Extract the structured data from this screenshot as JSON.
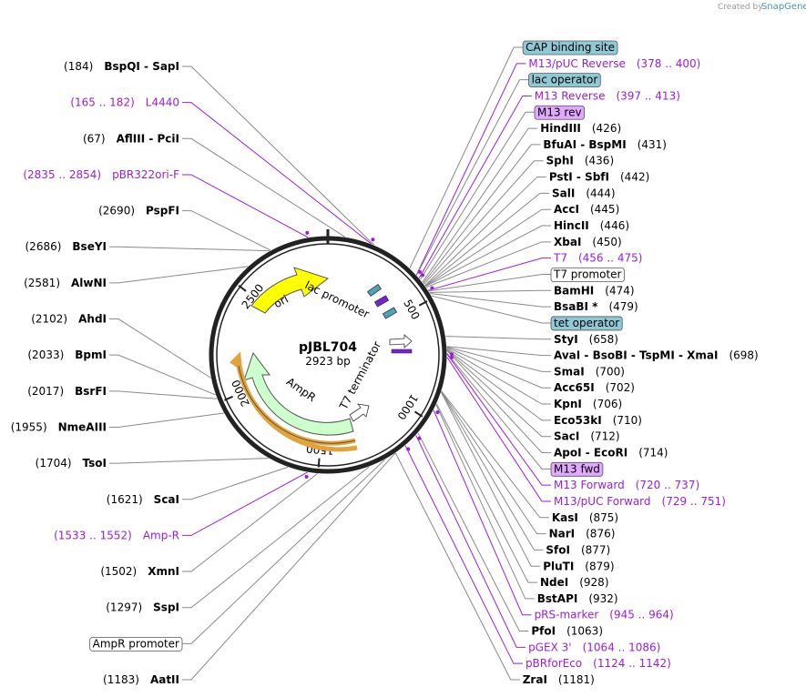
{
  "plasmid": {
    "name": "pJBL704",
    "length": "2923 bp",
    "total_bp": 2923
  },
  "credit": {
    "prefix": "Created by",
    "brand": "SnapGene"
  },
  "colors": {
    "primer": "#9a1fd6",
    "line": "#8a8a8a",
    "backbone": "#222222",
    "ori": "#ffff00",
    "ampr": "#ccffcc",
    "ampr_promoter": "#f4a460",
    "feature_box_blue": "#8fc9d6",
    "feature_box_purple": "#e2a8ff"
  },
  "scale_ticks": [
    "500",
    "1000",
    "1500",
    "2000",
    "2500"
  ],
  "features": {
    "ori": "ori",
    "lac_promoter": "lac promoter",
    "ampr": "AmpR",
    "t7_terminator": "T7 terminator"
  },
  "right_labels": [
    {
      "name": "CAP binding site",
      "pos": "",
      "box": "blue",
      "bp": 352
    },
    {
      "name": "M13/pUC Reverse",
      "pos": "(378 .. 400)",
      "primer": true,
      "bp": 389
    },
    {
      "name": "lac operator",
      "pos": "",
      "box": "blue",
      "bp": 390
    },
    {
      "name": "M13 Reverse",
      "pos": "(397 .. 413)",
      "primer": true,
      "bp": 405
    },
    {
      "name": "M13 rev",
      "pos": "",
      "box": "purple",
      "bp": 412
    },
    {
      "name": "HindIII",
      "pos": "(426)",
      "bp": 426
    },
    {
      "name": "BfuAI  -  BspMI",
      "pos": "(431)",
      "bp": 431
    },
    {
      "name": "SphI",
      "pos": "(436)",
      "bp": 436
    },
    {
      "name": "PstI  -  SbfI",
      "pos": "(442)",
      "bp": 442
    },
    {
      "name": "SalI",
      "pos": "(444)",
      "bp": 444
    },
    {
      "name": "AccI",
      "pos": "(445)",
      "bp": 445
    },
    {
      "name": "HincII",
      "pos": "(446)",
      "bp": 446
    },
    {
      "name": "XbaI",
      "pos": "(450)",
      "bp": 450
    },
    {
      "name": "T7",
      "pos": "(456 .. 475)",
      "primer": true,
      "bp": 465
    },
    {
      "name": "T7 promoter",
      "pos": "",
      "box": "white",
      "bp": 468
    },
    {
      "name": "BamHI",
      "pos": "(474)",
      "bp": 474
    },
    {
      "name": "BsaBI *",
      "pos": "(479)",
      "bp": 479
    },
    {
      "name": "tet operator",
      "pos": "",
      "box": "blue",
      "bp": 490
    },
    {
      "name": "StyI",
      "pos": "(658)",
      "bp": 658
    },
    {
      "name": "AvaI  -  BsoBI  -  TspMI  -  XmaI",
      "pos": "(698)",
      "bp": 698
    },
    {
      "name": "SmaI",
      "pos": "(700)",
      "bp": 700
    },
    {
      "name": "Acc65I",
      "pos": "(702)",
      "bp": 702
    },
    {
      "name": "KpnI",
      "pos": "(706)",
      "bp": 706
    },
    {
      "name": "Eco53kI",
      "pos": "(710)",
      "bp": 710
    },
    {
      "name": "SacI",
      "pos": "(712)",
      "bp": 712
    },
    {
      "name": "ApoI  -  EcoRI",
      "pos": "(714)",
      "bp": 714
    },
    {
      "name": "M13 fwd",
      "pos": "",
      "box": "purple",
      "bp": 725
    },
    {
      "name": "M13 Forward",
      "pos": "(720 .. 737)",
      "primer": true,
      "bp": 728
    },
    {
      "name": "M13/pUC Forward",
      "pos": "(729 .. 751)",
      "primer": true,
      "bp": 740
    },
    {
      "name": "KasI",
      "pos": "(875)",
      "bp": 875
    },
    {
      "name": "NarI",
      "pos": "(876)",
      "bp": 876
    },
    {
      "name": "SfoI",
      "pos": "(877)",
      "bp": 877
    },
    {
      "name": "PluTI",
      "pos": "(879)",
      "bp": 879
    },
    {
      "name": "NdeI",
      "pos": "(928)",
      "bp": 928
    },
    {
      "name": "BstAPI",
      "pos": "(932)",
      "bp": 932
    },
    {
      "name": "pRS-marker",
      "pos": "(945 .. 964)",
      "primer": true,
      "bp": 955
    },
    {
      "name": "PfoI",
      "pos": "(1063)",
      "bp": 1063
    },
    {
      "name": "pGEX 3'",
      "pos": "(1064 .. 1086)",
      "primer": true,
      "bp": 1075
    },
    {
      "name": "pBRforEco",
      "pos": "(1124 .. 1142)",
      "primer": true,
      "bp": 1133
    },
    {
      "name": "ZraI",
      "pos": "(1181)",
      "bp": 1181
    }
  ],
  "left_labels": [
    {
      "name": "BspQI  -  SapI",
      "pos": "(184)",
      "bp": 184
    },
    {
      "name": "L4440",
      "pos": "(165 .. 182)",
      "primer": true,
      "bp": 173
    },
    {
      "name": "AflIII  -  PciI",
      "pos": "(67)",
      "bp": 67
    },
    {
      "name": "pBR322ori-F",
      "pos": "(2835 .. 2854)",
      "primer": true,
      "bp": 2845
    },
    {
      "name": "PspFI",
      "pos": "(2690)",
      "bp": 2690
    },
    {
      "name": "BseYI",
      "pos": "(2686)",
      "bp": 2686
    },
    {
      "name": "AlwNI",
      "pos": "(2581)",
      "bp": 2581
    },
    {
      "name": "AhdI",
      "pos": "(2102)",
      "bp": 2102
    },
    {
      "name": "BpmI",
      "pos": "(2033)",
      "bp": 2033
    },
    {
      "name": "BsrFI",
      "pos": "(2017)",
      "bp": 2017
    },
    {
      "name": "NmeAIII",
      "pos": "(1955)",
      "bp": 1955
    },
    {
      "name": "TsoI",
      "pos": "(1704)",
      "bp": 1704
    },
    {
      "name": "ScaI",
      "pos": "(1621)",
      "bp": 1621
    },
    {
      "name": "Amp-R",
      "pos": "(1533 .. 1552)",
      "primer": true,
      "bp": 1542
    },
    {
      "name": "XmnI",
      "pos": "(1502)",
      "bp": 1502
    },
    {
      "name": "SspI",
      "pos": "(1297)",
      "bp": 1297
    },
    {
      "name": "AmpR promoter",
      "pos": "",
      "box": "white",
      "bp": 1230
    },
    {
      "name": "AatII",
      "pos": "(1183)",
      "bp": 1183
    }
  ]
}
